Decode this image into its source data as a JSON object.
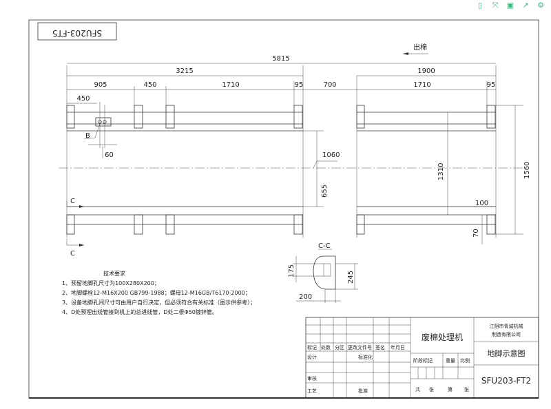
{
  "toolbar": [
    {
      "icon": "tablet-icon",
      "glyph": "▯"
    },
    {
      "icon": "fullscreen-icon",
      "glyph": "⤧"
    },
    {
      "icon": "save-icon",
      "glyph": "▣"
    },
    {
      "icon": "share-icon",
      "glyph": "↗"
    },
    {
      "icon": "settings-icon",
      "glyph": "⚙"
    }
  ],
  "stamp": "SFU203-FT5",
  "direction_label": "出棉",
  "dimensions": {
    "total": "5815",
    "left_total": "3215",
    "right_total": "1900",
    "d905": "905",
    "d450a": "450",
    "d1710a": "1710",
    "d95a": "95",
    "d700": "700",
    "d1710b": "1710",
    "d95b": "95",
    "d450b": "450",
    "d60": "60",
    "d1060": "1060",
    "d655": "655",
    "d1310": "1310",
    "d1560": "1560",
    "d100": "100",
    "d70": "70",
    "s175": "175",
    "s245": "245",
    "s200": "200"
  },
  "labels": {
    "b": "B",
    "c1": "C",
    "c2": "C",
    "section": "C-C"
  },
  "notes": {
    "title": "技术要求",
    "items": [
      "1、预留地脚孔尺寸为100X280X200；",
      "2、地脚螺栓12-M16X200 GB799-1988；螺母12-M16GB/T6170-2000；",
      "3、设备地脚孔间尺寸可由用户自行决定，但必须符合有关标准（图示供参考）；",
      "4、D处预埋出线管接到机上的总进线管，D处二根Φ50镀锌管。"
    ]
  },
  "title_block": {
    "product": "废棉处理机",
    "company_line1": "江阴市青诚机械",
    "company_line2": "制造有限公司",
    "drawing_name": "地脚示意图",
    "drawing_no": "SFU203-FT2",
    "headers": [
      "标记",
      "处数",
      "分区",
      "更改文件号",
      "签名",
      "年月日"
    ],
    "design": "设计",
    "standard": "标准化",
    "review": "审核",
    "process": "工艺",
    "approve": "批准",
    "stage": "阶段标记",
    "weight": "重量",
    "scale": "比例",
    "total_sheets": "共",
    "sheets1": "张",
    "sheet_no": "第",
    "sheets2": "张"
  }
}
